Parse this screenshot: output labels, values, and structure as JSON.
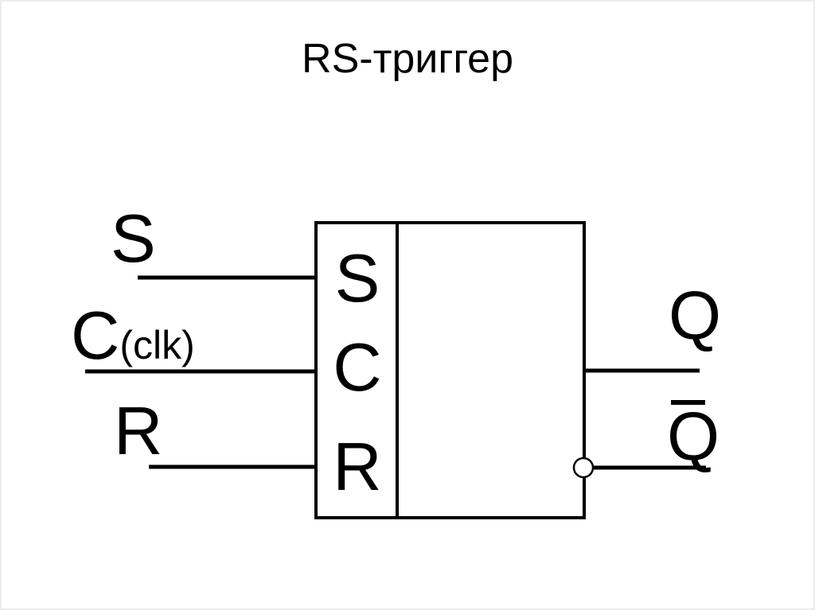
{
  "title": "RS-триггер",
  "colors": {
    "ink": "#000000",
    "background": "#ffffff"
  },
  "inputs": [
    {
      "label": "S"
    },
    {
      "label": "C",
      "subscript": "(clk)"
    },
    {
      "label": "R"
    }
  ],
  "pins": [
    {
      "label": "S"
    },
    {
      "label": "C"
    },
    {
      "label": "R"
    }
  ],
  "outputs": [
    {
      "label": "Q",
      "inverted": false
    },
    {
      "label": "Q",
      "inverted": true
    }
  ]
}
